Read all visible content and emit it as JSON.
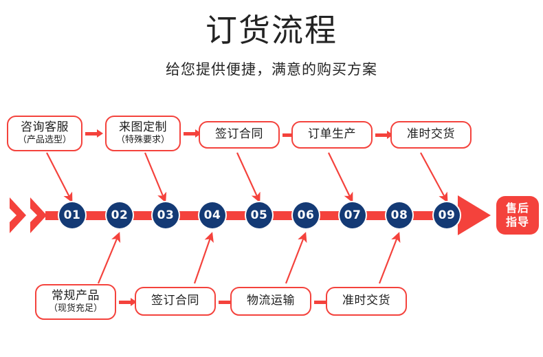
{
  "header": {
    "title": "订货流程",
    "subtitle": "给您提供便捷，满意的购买方案"
  },
  "colors": {
    "accent_red": "#f4423c",
    "circle_navy": "#143a75",
    "text": "#1c1c1c",
    "background": "#ffffff"
  },
  "top_row": [
    {
      "main": "咨询客服",
      "sub": "（产品选型）"
    },
    {
      "main": "来图定制",
      "sub": "（特殊要求）"
    },
    {
      "main": "签订合同",
      "sub": ""
    },
    {
      "main": "订单生产",
      "sub": ""
    },
    {
      "main": "准时交货",
      "sub": ""
    }
  ],
  "bottom_row": [
    {
      "main": "常规产品",
      "sub": "（现货充足）"
    },
    {
      "main": "签订合同",
      "sub": ""
    },
    {
      "main": "物流运输",
      "sub": ""
    },
    {
      "main": "准时交货",
      "sub": ""
    }
  ],
  "timeline": {
    "steps": [
      "01",
      "02",
      "03",
      "04",
      "05",
      "06",
      "07",
      "08",
      "09"
    ],
    "end_badge_line1": "售后",
    "end_badge_line2": "指导"
  }
}
